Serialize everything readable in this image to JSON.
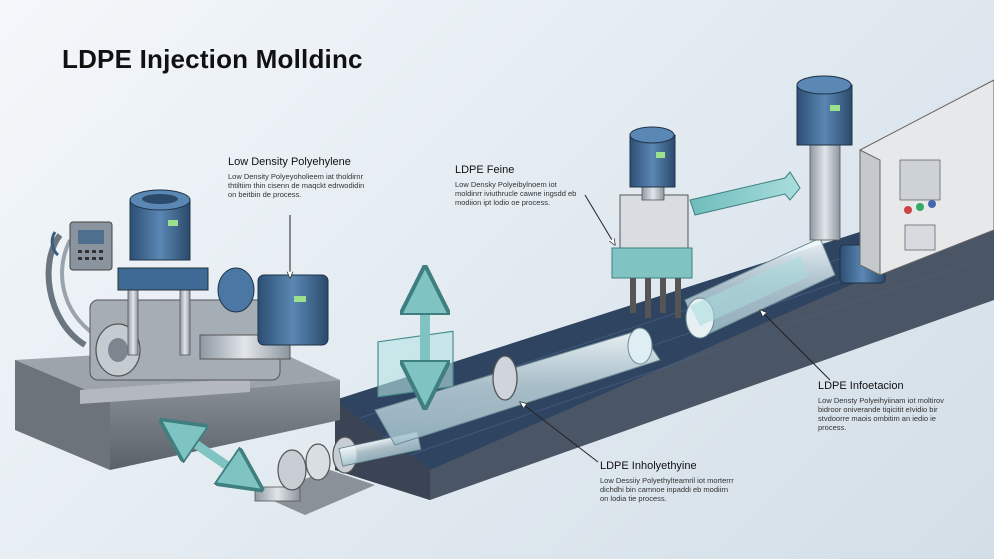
{
  "title": "LDPE Injection Molldinc",
  "callouts": [
    {
      "heading": "Low Density Polyehylene",
      "body": "Low Density Polyeyoholieem iat tholdirnr thtiltiim thin cisenn de maqckt edrwodidin on beitbin de process."
    },
    {
      "heading": "LDPE Feine",
      "body": "Low Densky Polyeibylnoem iot moldinrr iviuthrucle cawne ingsdd eb modiion ipt lodio oe process."
    },
    {
      "heading": "LDPE Infoetacion",
      "body": "Low Densty Polyeihyiinam iot moltirov bidroor oniverande tiqicitit eIvidio bir stvdoorre maois ombitim an iedio ie process."
    },
    {
      "heading": "LDPE Inholyethyine",
      "body": "Low Dessiiy Polyethylteamril iot morterrr dichdhi bin camnoe inpaddi eb modiirn on lodia tie process."
    }
  ],
  "colors": {
    "background": "#e4ecf2",
    "conveyor": "#2f4460",
    "conveyor_side": "#4a5566",
    "motor_blue": "#3f6a95",
    "steel": "#b9c2ca",
    "teal_arrow": "#7fc4c2",
    "glass": "#cfe7ee",
    "cabinet": "#e6e8ea"
  },
  "icons": [
    "double-arrow-icon",
    "motor-icon",
    "control-panel-icon",
    "gauge-icon",
    "hydraulic-hose-icon"
  ]
}
